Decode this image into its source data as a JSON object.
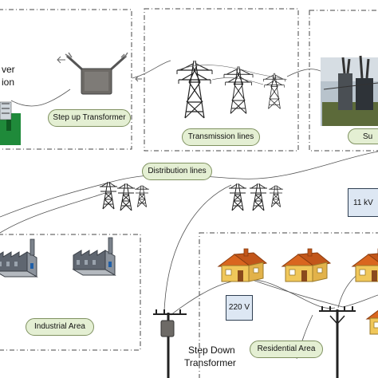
{
  "labels": {
    "power_station_line1": "ver",
    "power_station_line2": "ion",
    "step_up_transformer": "Step up Transformer",
    "transmission_lines": "Transmission lines",
    "substation": "Su",
    "distribution_lines": "Distribution lines",
    "substation_voltage": "11 kV",
    "industrial_area": "Industrial Area",
    "residential_voltage": "220 V",
    "residential_area": "Residential Area",
    "step_down_line1": "Step Down",
    "step_down_line2": "Transformer"
  },
  "colors": {
    "pill_fill": "#e4efd3",
    "pill_border": "#7f9160",
    "voltage_fill": "#dde7f3",
    "voltage_border": "#2f3f52",
    "dashed_border": "#444444",
    "tower": "#222222",
    "factory": "#5f6670",
    "house_wall": "#f0c75a",
    "house_roof": "#d9661f",
    "generator": "#1f8a3a",
    "transformer": "#6d6a66"
  }
}
